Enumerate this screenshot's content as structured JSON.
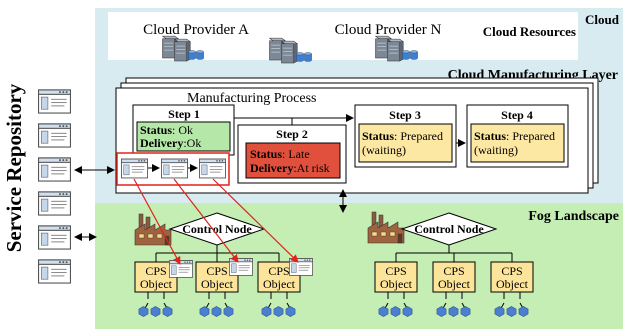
{
  "cloud": {
    "label": "Cloud",
    "resources_label": "Cloud Resources",
    "providers": [
      "Cloud Provider A",
      "Cloud Provider N"
    ]
  },
  "manufacturing_layer": {
    "label": "Cloud Manufacturing Layer",
    "process_title": "Manufacturing Process",
    "steps": [
      {
        "title": "Step 1",
        "status_key": "Status",
        "status_val": ": Ok",
        "delivery_key": "Delivery",
        "delivery_val": ":Ok",
        "color": "#b5e8a8"
      },
      {
        "title": "Step 2",
        "status_key": "Status",
        "status_val": ": Late",
        "delivery_key": "Delivery",
        "delivery_val": ":At risk",
        "color": "#e0503c"
      },
      {
        "title": "Step 3",
        "status_key": "Status",
        "status_val": ": Prepared",
        "status_line2": "(waiting)",
        "color": "#fce8a3"
      },
      {
        "title": "Step 4",
        "status_key": "Status",
        "status_val": ": Prepared",
        "status_line2": "(waiting)",
        "color": "#fce8a3"
      }
    ]
  },
  "service_repository": {
    "label": "Service Repository"
  },
  "fog": {
    "label": "Fog Landscape",
    "control_node_label": "Control Node",
    "cps_label_line1": "CPS",
    "cps_label_line2": "Object"
  },
  "colors": {
    "cloud_bg": "#d7ebf1",
    "fog_bg": "#c4eeb4",
    "cps_fill": "#fce59a",
    "sensor_fill": "#4b7fd1",
    "highlight_red": "#e0231b"
  }
}
